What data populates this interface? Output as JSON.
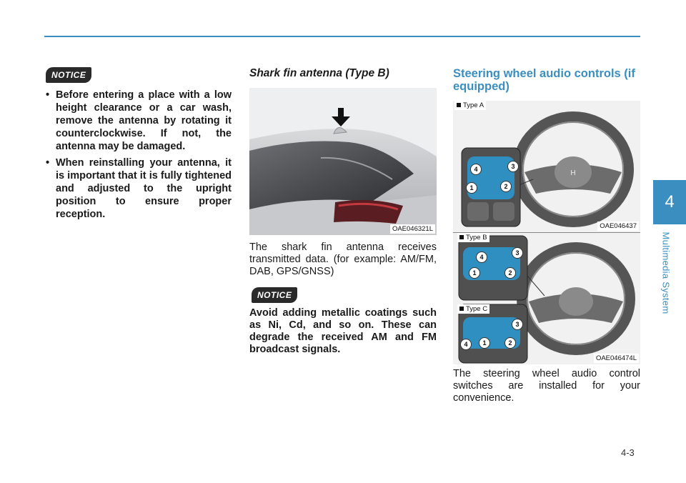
{
  "page": {
    "number": "4-3",
    "chapter_number": "4",
    "chapter_title": "Multimedia System"
  },
  "notice_label": "NOTICE",
  "left_column": {
    "bullets": [
      "Before entering a place with a low height clearance or a car wash, remove the antenna by rotating it counterclockwise. If not, the antenna may be damaged.",
      "When reinstalling your antenna, it is important that it is fully tightened and adjusted to the upright position to ensure proper reception."
    ]
  },
  "middle_column": {
    "heading": "Shark fin antenna (Type B)",
    "image_code": "OAE046321L",
    "body": "The shark fin antenna receives transmitted data. (for example: AM/FM, DAB, GPS/GNSS)",
    "notice_text": "Avoid adding metallic coatings such as Ni, Cd, and so on. These can degrade the received AM and FM broadcast signals."
  },
  "right_column": {
    "heading": "Steering wheel audio controls (if equipped)",
    "type_a": "Type A",
    "type_b": "Type B",
    "type_c": "Type C",
    "image_code_1": "OAE046437",
    "image_code_2": "OAE046474L",
    "button_numbers": [
      "1",
      "2",
      "3",
      "4"
    ],
    "body": "The steering wheel audio control switches are installed for your convenience."
  },
  "colors": {
    "accent": "#3a8fc0",
    "notice_bg": "#2a2a2a"
  }
}
